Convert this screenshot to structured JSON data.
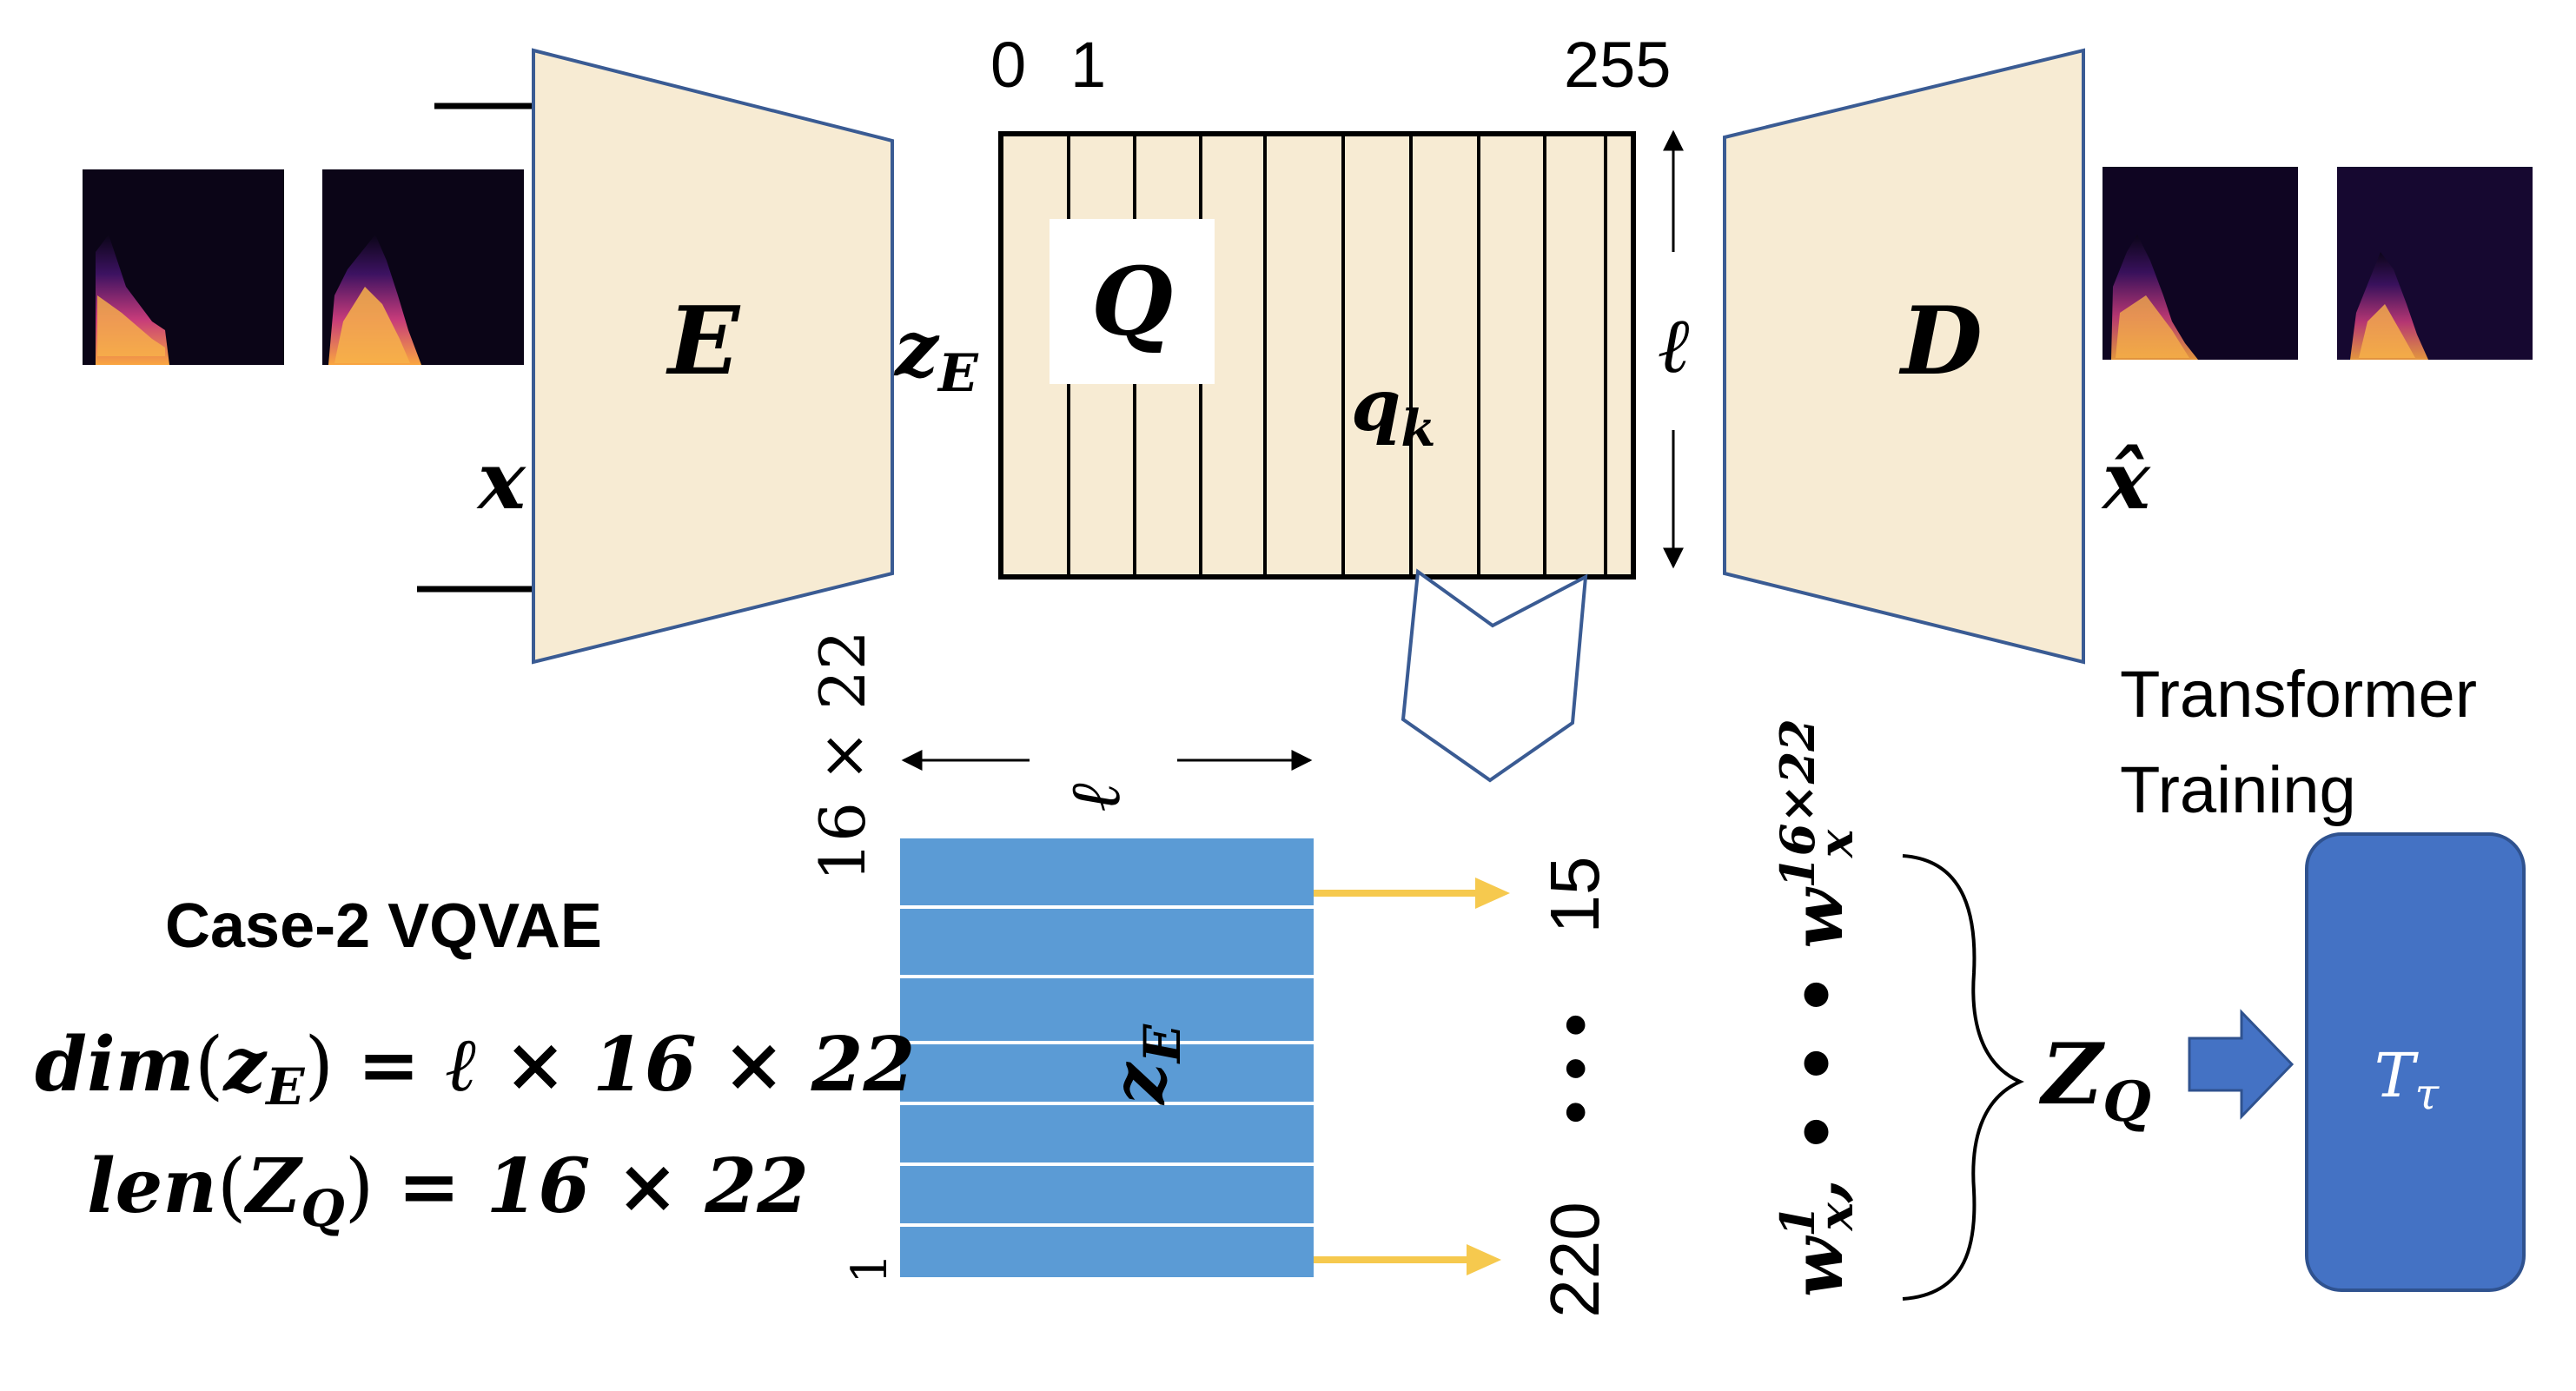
{
  "colors": {
    "block_fill": "#f7ebd3",
    "block_stroke": "#3a5b93",
    "blue_grid": "#5b9bd5",
    "transformer_box": "#4472c4",
    "yellow_arrow": "#f6c94e",
    "black": "#000000"
  },
  "labels": {
    "encoder": "E",
    "decoder": "D",
    "quantizer": "Q",
    "input": "x",
    "output": "x̂",
    "z_e_base": "z",
    "z_e_sub": "E",
    "z_q_base": "z",
    "z_q_sub": "Q",
    "ell": "ℓ",
    "q_k_base": "q",
    "q_k_sub": "k",
    "codebook_idx_0": "0",
    "codebook_idx_1": "1",
    "codebook_idx_last": "255",
    "grid_dim": "16 × 22",
    "grid_row_bottom": "1",
    "grid_label_base": "z",
    "grid_label_sub": "E",
    "seq_top": "15",
    "seq_dots": "• • •",
    "seq_bottom": "220",
    "w1_base": "w",
    "w1_sup": "1",
    "w1_sub": "x",
    "wN_sup": "16×22",
    "Zq_base": "Z",
    "Zq_sub": "Q",
    "transformer_title_line1": "Transformer",
    "transformer_title_line2": "Training",
    "transformer_base": "T",
    "transformer_sub": "τ"
  },
  "caption": {
    "title": "Case-2 VQVAE",
    "eq1_lhs_fn": "dim",
    "eq1_lhs_arg_base": "z",
    "eq1_lhs_arg_sub": "E",
    "eq1_rhs": "= ℓ × 16 × 22",
    "eq2_lhs_fn": "len",
    "eq2_lhs_arg_base": "Z",
    "eq2_lhs_arg_sub": "Q",
    "eq2_rhs": "= 16 × 22"
  },
  "spectrogram_icons": [
    "input-spectrogram-1",
    "input-spectrogram-2",
    "output-spectrogram-1",
    "output-spectrogram-2"
  ]
}
